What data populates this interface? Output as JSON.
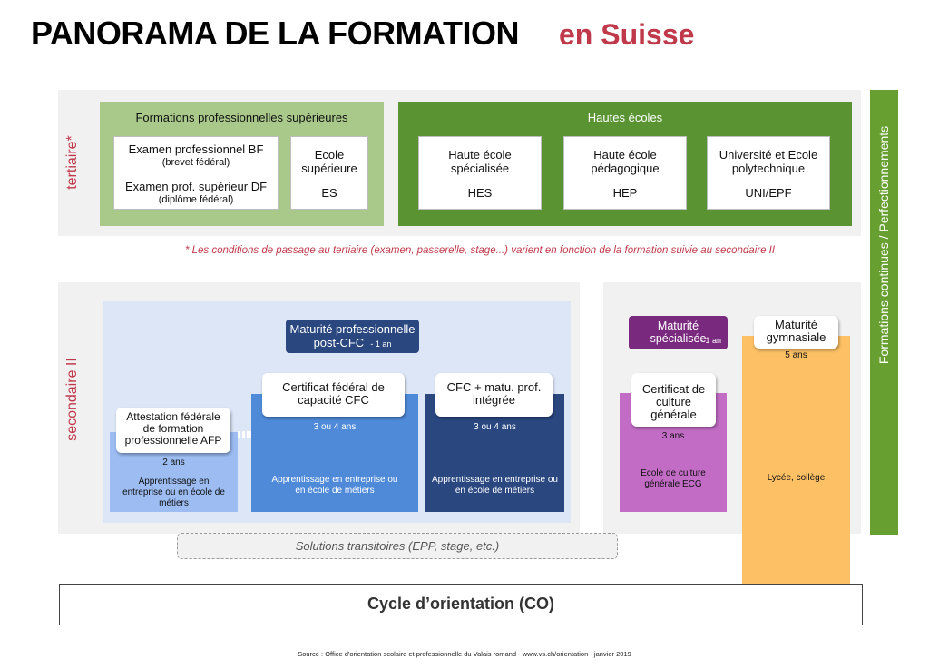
{
  "title": {
    "main": "PANORAMA DE LA FORMATION",
    "sub": "en Suisse"
  },
  "tertiary": {
    "label": "tertiaire*",
    "fps": {
      "header": "Formations professionnelles supérieures",
      "exam_bf_title": "Examen professionnel BF",
      "exam_bf_sub": "(brevet fédéral)",
      "exam_df_title": "Examen prof. supérieur DF",
      "exam_df_sub": "(diplôme fédéral)",
      "es_title": "Ecole supérieure",
      "es_abbr": "ES"
    },
    "hautes_ecoles": {
      "header": "Hautes écoles",
      "items": [
        {
          "title": "Haute école spécialisée",
          "abbr": "HES"
        },
        {
          "title": "Haute école pédagogique",
          "abbr": "HEP"
        },
        {
          "title": "Université et Ecole polytechnique",
          "abbr": "UNI/EPF"
        }
      ]
    }
  },
  "note": "* Les conditions de passage au tertiaire (examen, passerelle, stage...) varient en fonction de la formation suivie au secondaire II",
  "continuing": "Formations continues / Perfectionnements",
  "secondary": {
    "label": "secondaire II",
    "maturite_pro": {
      "title": "Maturité professionnelle",
      "sub": "post-CFC",
      "duration": "- 1 an"
    },
    "afp": {
      "title": "Attestation fédérale de formation professionnelle AFP",
      "duration": "2 ans",
      "desc": "Apprentissage en entreprise ou en école de métiers"
    },
    "cfc": {
      "title": "Certificat fédéral de capacité CFC",
      "duration": "3 ou 4 ans",
      "desc": "Apprentissage en entreprise ou en école de métiers"
    },
    "cfc_mp": {
      "title": "CFC + matu. prof. intégrée",
      "duration": "3 ou 4 ans",
      "desc": "Apprentissage en entreprise ou en école de métiers"
    },
    "maturite_spec": {
      "title": "Maturité spécialisée",
      "duration": "- 1 an"
    },
    "ecg": {
      "title": "Certificat de culture générale",
      "duration": "3 ans",
      "desc": "Ecole de culture générale ECG"
    },
    "gym": {
      "title": "Maturité gymnasiale",
      "duration": "5 ans",
      "desc": "Lycée, collège"
    }
  },
  "transition": "Solutions transitoires (EPP, stage, etc.)",
  "co": "Cycle d’orientation (CO)",
  "source": "Source :  Office d'orientation scolaire et professionnelle du Valais romand  -  www.vs.ch/orientation  -  janvier 2019",
  "colors": {
    "accent_red": "#c0394b",
    "green_light": "#a9c98b",
    "green_dark": "#5a9432",
    "blue_light": "#dce6f7",
    "blue_mid": "#9cbcf2",
    "blue": "#4f8ad9",
    "navy": "#2a4780",
    "purple": "#c26cc5",
    "purple_dark": "#7a2a7e",
    "orange": "#fdc064",
    "continuing_green": "#67a030"
  }
}
